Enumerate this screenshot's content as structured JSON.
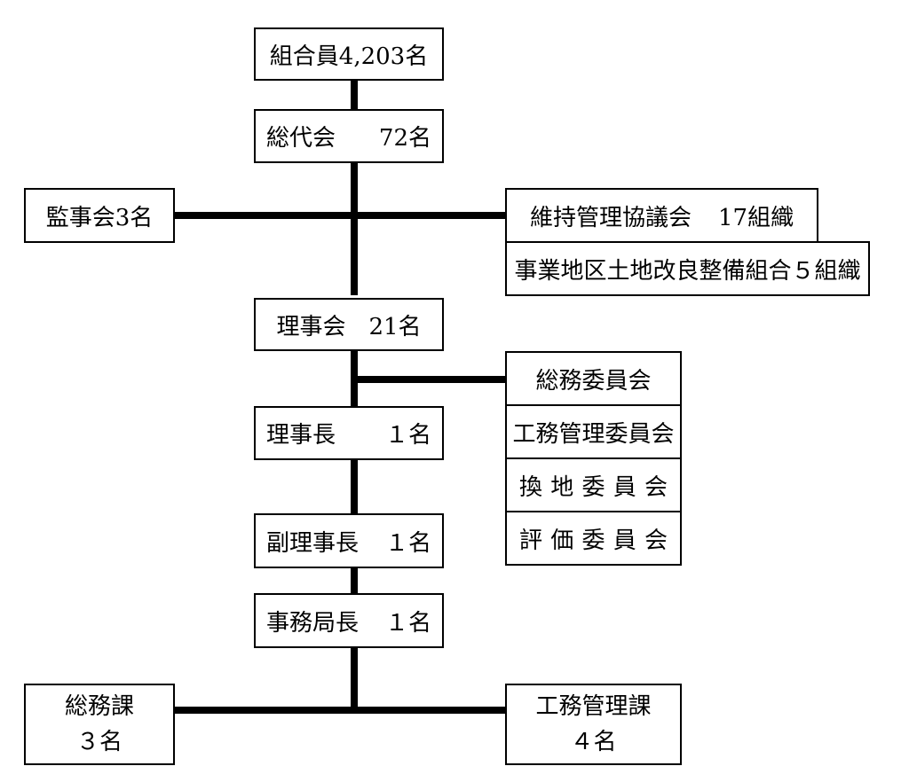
{
  "nodes": {
    "members": "組合員4,203名",
    "general_assembly": {
      "name": "総代会",
      "count": "72名"
    },
    "auditors": "監事会3名",
    "maintenance_council": {
      "name": "維持管理協議会",
      "count": "17組織"
    },
    "land_unions": "事業地区土地改良整備組合５組織",
    "board": "理事会　21名",
    "chairman": {
      "name": "理事長",
      "count": "１名"
    },
    "vice_chairman": {
      "name": "副理事長",
      "count": "１名"
    },
    "secretary_general": {
      "name": "事務局長",
      "count": "１名"
    },
    "general_affairs_section": {
      "name": "総務課",
      "count": "３名"
    },
    "works_section": {
      "name": "工務管理課",
      "count": "４名"
    }
  },
  "committees": [
    {
      "label": "総務委員会",
      "chars": []
    },
    {
      "label": "工務管理委員会",
      "chars": []
    },
    {
      "label": "換地委員会",
      "chars": [
        "換",
        "地",
        "委",
        "員",
        "会"
      ]
    },
    {
      "label": "評価委員会",
      "chars": [
        "評",
        "価",
        "委",
        "員",
        "会"
      ]
    }
  ]
}
